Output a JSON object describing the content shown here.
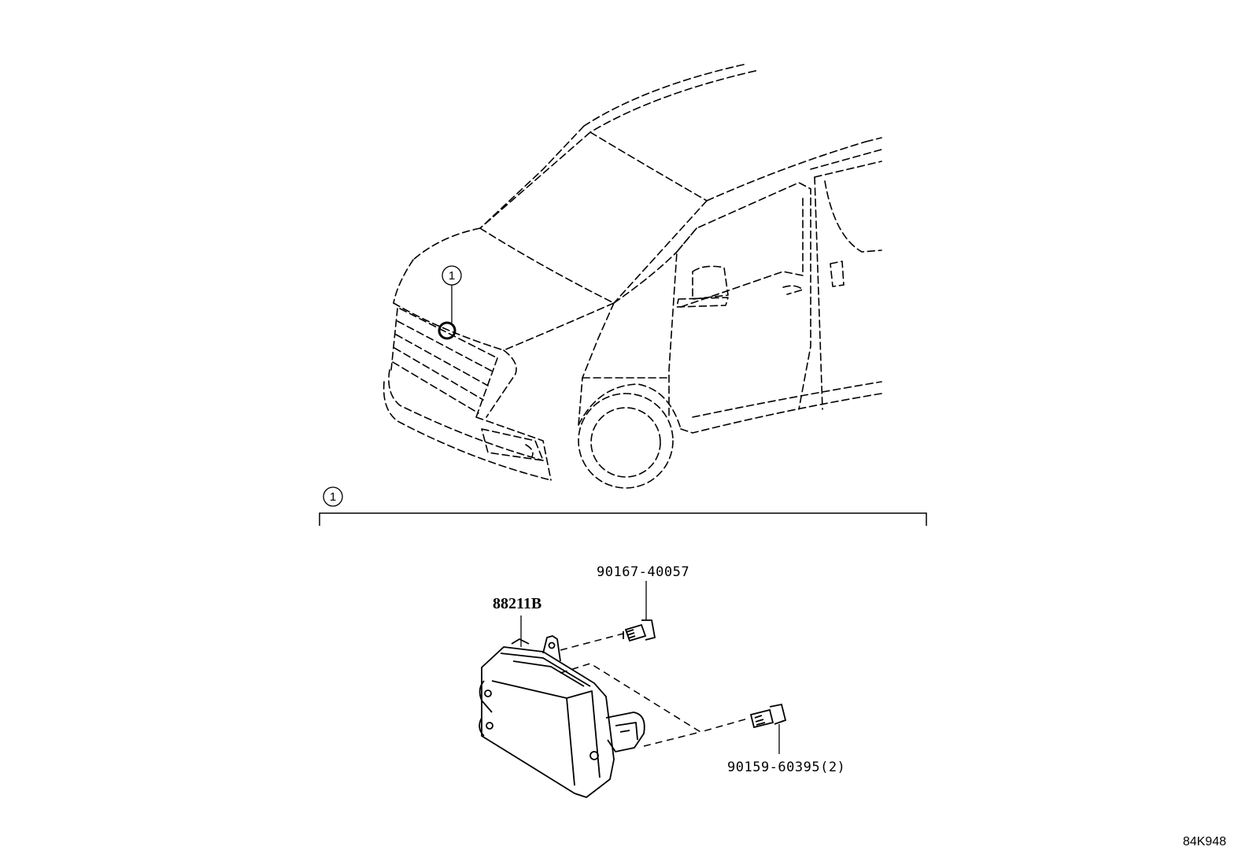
{
  "callout": {
    "vehicle_marker": "1",
    "assembly_marker": "1"
  },
  "parts": {
    "sensor_part_number": "88211B",
    "bolt_top_part_number": "90167-40057",
    "bolt_bottom_part_number": "90159-60395(2)"
  },
  "diagram_id": "84K948",
  "colors": {
    "line": "#000000",
    "background": "#ffffff"
  }
}
